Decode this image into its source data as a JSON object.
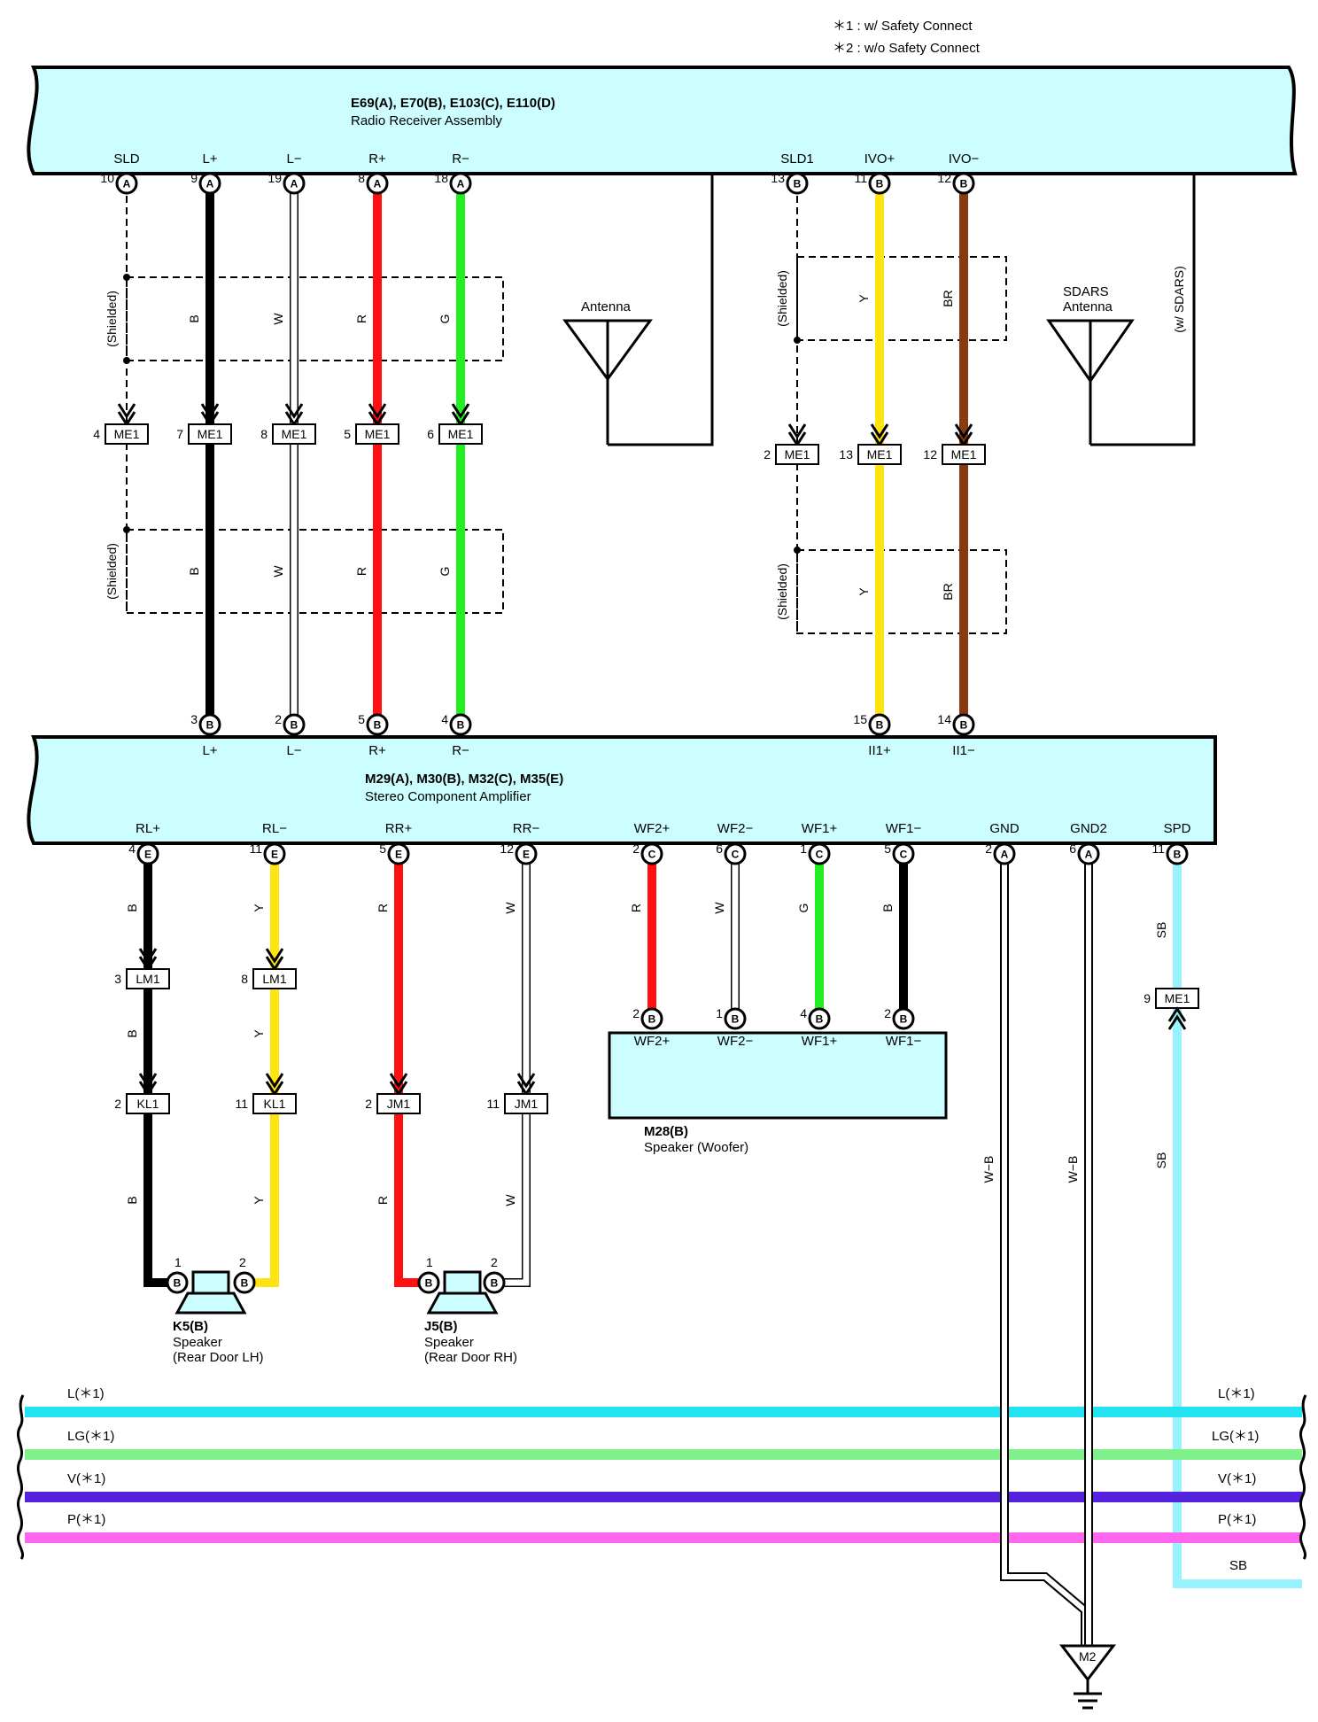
{
  "notes": [
    "＊1 : w/ Safety Connect",
    "＊2 : w/o Safety Connect"
  ],
  "colors": {
    "B": "#000000",
    "W": "#ffffff",
    "R": "#ff1010",
    "G": "#22ee22",
    "Y": "#ffe411",
    "BR": "#8a3a10",
    "SB": "#99f3ff",
    "L": "#22e3ef",
    "LG": "#7ff08a",
    "V": "#5522dd",
    "P": "#ff66ee",
    "component_fill": "#ccfeff"
  },
  "radio": {
    "connectors": "E69(A), E70(B), E103(C), E110(D)",
    "name": "Radio Receiver Assembly",
    "terminals": [
      {
        "label": "SLD",
        "pin": "10",
        "letter": "A"
      },
      {
        "label": "L+",
        "pin": "9",
        "letter": "A"
      },
      {
        "label": "L−",
        "pin": "19",
        "letter": "A"
      },
      {
        "label": "R+",
        "pin": "8",
        "letter": "A"
      },
      {
        "label": "R−",
        "pin": "18",
        "letter": "A"
      },
      {
        "label": "SLD1",
        "pin": "13",
        "letter": "B"
      },
      {
        "label": "IVO+",
        "pin": "11",
        "letter": "B"
      },
      {
        "label": "IVO−",
        "pin": "12",
        "letter": "B"
      }
    ]
  },
  "antenna": {
    "label": "Antenna"
  },
  "sdars": {
    "label1": "SDARS",
    "label2": "Antenna",
    "note": "(w/ SDARS)"
  },
  "shielded": "(Shielded)",
  "wire_colors_top": [
    "B",
    "W",
    "R",
    "G",
    "Y",
    "BR"
  ],
  "me1_upper": [
    {
      "pin": "4",
      "name": "ME1"
    },
    {
      "pin": "7",
      "name": "ME1"
    },
    {
      "pin": "8",
      "name": "ME1"
    },
    {
      "pin": "5",
      "name": "ME1"
    },
    {
      "pin": "6",
      "name": "ME1"
    },
    {
      "pin": "2",
      "name": "ME1"
    },
    {
      "pin": "13",
      "name": "ME1"
    },
    {
      "pin": "12",
      "name": "ME1"
    }
  ],
  "amp": {
    "connectors": "M29(A), M30(B), M32(C), M35(E)",
    "name": "Stereo Component Amplifier",
    "inputs": [
      {
        "label": "L+",
        "pin": "3",
        "letter": "B"
      },
      {
        "label": "L−",
        "pin": "2",
        "letter": "B"
      },
      {
        "label": "R+",
        "pin": "5",
        "letter": "B"
      },
      {
        "label": "R−",
        "pin": "4",
        "letter": "B"
      },
      {
        "label": "II1+",
        "pin": "15",
        "letter": "B"
      },
      {
        "label": "II1−",
        "pin": "14",
        "letter": "B"
      }
    ],
    "outputs": [
      {
        "label": "RL+",
        "pin": "4",
        "letter": "E"
      },
      {
        "label": "RL−",
        "pin": "11",
        "letter": "E"
      },
      {
        "label": "RR+",
        "pin": "5",
        "letter": "E"
      },
      {
        "label": "RR−",
        "pin": "12",
        "letter": "E"
      },
      {
        "label": "WF2+",
        "pin": "2",
        "letter": "C"
      },
      {
        "label": "WF2−",
        "pin": "6",
        "letter": "C"
      },
      {
        "label": "WF1+",
        "pin": "1",
        "letter": "C"
      },
      {
        "label": "WF1−",
        "pin": "5",
        "letter": "C"
      },
      {
        "label": "GND",
        "pin": "2",
        "letter": "A"
      },
      {
        "label": "GND2",
        "pin": "6",
        "letter": "A"
      },
      {
        "label": "SPD",
        "pin": "11",
        "letter": "B"
      }
    ]
  },
  "lower_wire_labels": [
    "B",
    "Y",
    "R",
    "W",
    "R",
    "W",
    "G",
    "B",
    "SB",
    "W−B",
    "W−B",
    "SB"
  ],
  "junctions": {
    "lm1": [
      {
        "pin": "3",
        "name": "LM1"
      },
      {
        "pin": "8",
        "name": "LM1"
      }
    ],
    "kl1": [
      {
        "pin": "2",
        "name": "KL1"
      },
      {
        "pin": "11",
        "name": "KL1"
      }
    ],
    "jm1": [
      {
        "pin": "2",
        "name": "JM1"
      },
      {
        "pin": "11",
        "name": "JM1"
      }
    ],
    "me1_spd": {
      "pin": "9",
      "name": "ME1"
    }
  },
  "woofer": {
    "connector": "M28(B)",
    "name": "Speaker (Woofer)",
    "terminals": [
      {
        "label": "WF2+",
        "pin": "2",
        "letter": "B"
      },
      {
        "label": "WF2−",
        "pin": "1",
        "letter": "B"
      },
      {
        "label": "WF1+",
        "pin": "4",
        "letter": "B"
      },
      {
        "label": "WF1−",
        "pin": "2",
        "letter": "B"
      }
    ]
  },
  "speaker_lh": {
    "connector": "K5(B)",
    "name": "Speaker",
    "position": "(Rear Door LH)",
    "pin1": "1",
    "pin2": "2",
    "letter": "B"
  },
  "speaker_rh": {
    "connector": "J5(B)",
    "name": "Speaker",
    "position": "(Rear Door RH)",
    "pin1": "1",
    "pin2": "2",
    "letter": "B"
  },
  "bus_lines": [
    {
      "left": "L(＊1)",
      "right": "L(＊1)",
      "color": "L"
    },
    {
      "left": "LG(＊1)",
      "right": "LG(＊1)",
      "color": "LG"
    },
    {
      "left": "V(＊1)",
      "right": "V(＊1)",
      "color": "V"
    },
    {
      "left": "P(＊1)",
      "right": "P(＊1)",
      "color": "P"
    }
  ],
  "sb_right_label": "SB",
  "ground": {
    "label": "M2"
  }
}
